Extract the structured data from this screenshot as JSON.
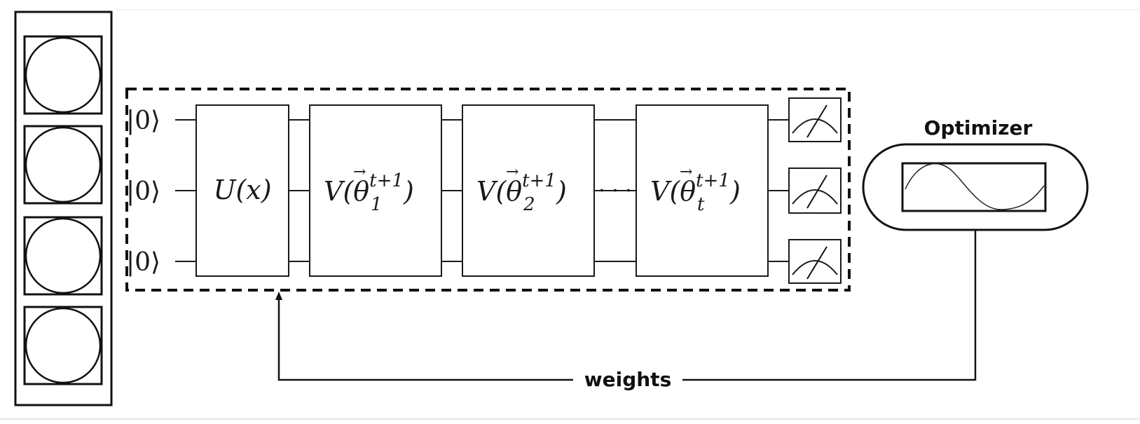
{
  "kets": [
    "|0⟩",
    "|0⟩",
    "|0⟩"
  ],
  "gates": {
    "u": "U(x)",
    "v1": {
      "prefix": "V(",
      "theta": "θ",
      "sup": "t+1",
      "sub": "1",
      "suffix": ")"
    },
    "v2": {
      "prefix": "V(",
      "theta": "θ",
      "sup": "t+1",
      "sub": "2",
      "suffix": ")"
    },
    "vt": {
      "prefix": "V(",
      "theta": "θ",
      "sup": "t+1",
      "sub": "t",
      "suffix": ")"
    },
    "dots": "· · ·"
  },
  "optimizer_label": "Optimizer",
  "weights_label": "weights",
  "input_circles_count": 4,
  "measurement_count": 3
}
